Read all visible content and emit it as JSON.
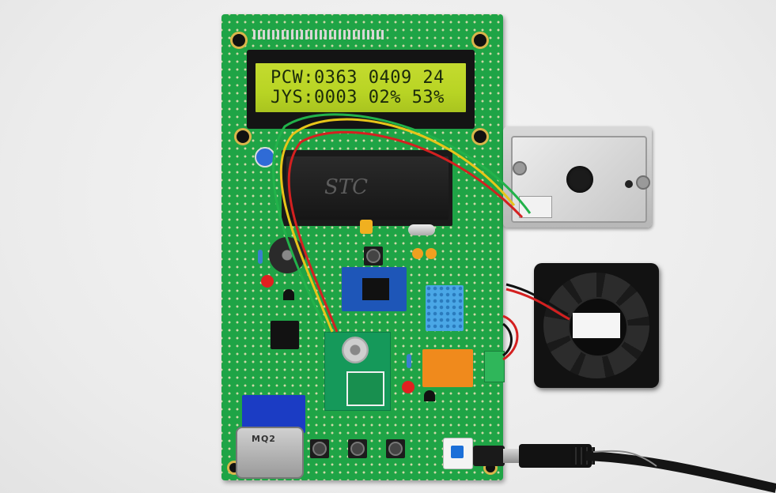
{
  "lcd": {
    "line1": "PCW:0363 0409 24",
    "line2": "JYS:0003 02% 53%"
  },
  "chip": {
    "label": "STC"
  },
  "mq_sensor": {
    "label": "MQ2"
  },
  "colors": {
    "pcb": "#1fa446",
    "lcd_backlight": "#b8d424",
    "lcd_frame": "#141414",
    "relay": "#f08a1c",
    "dht_sensor": "#4aa7e6",
    "button_cap": "#1c6fd8"
  }
}
